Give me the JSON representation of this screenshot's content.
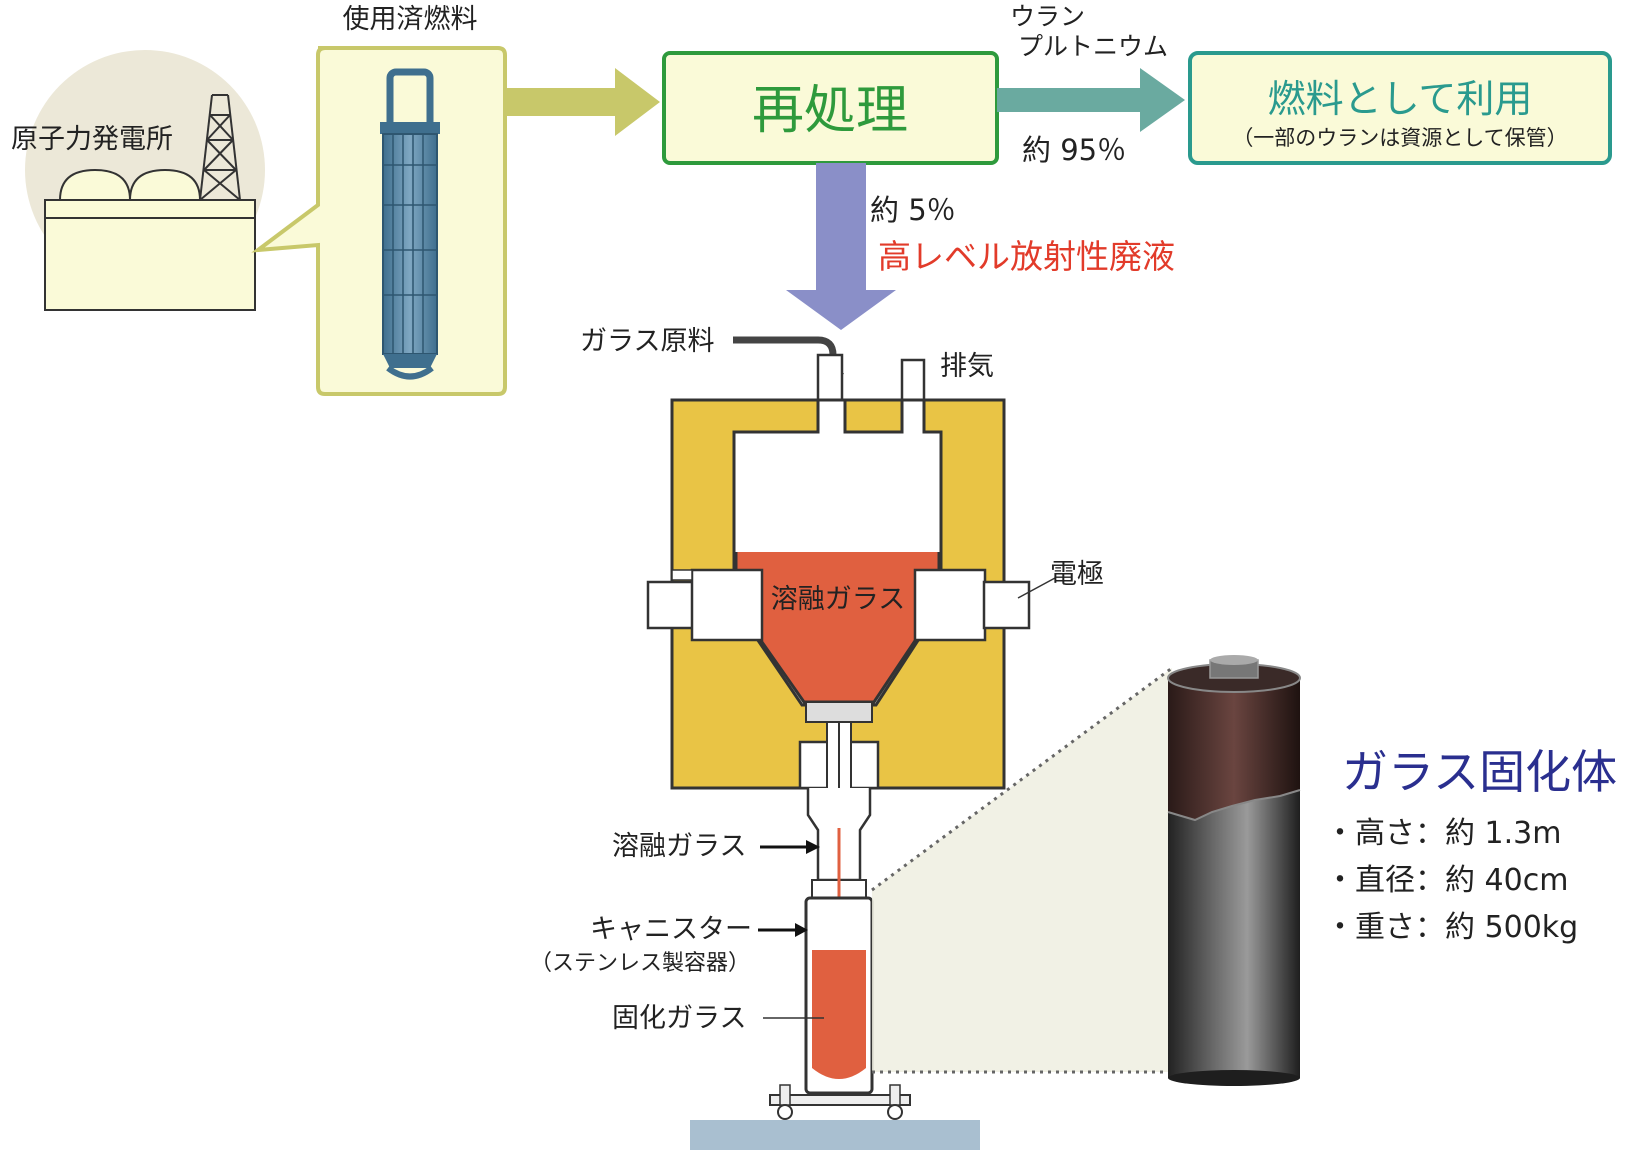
{
  "labels": {
    "power_plant": "原子力発電所",
    "spent_fuel": "使用済燃料",
    "reprocessing": "再処理",
    "uranium": "ウラン",
    "plutonium": "プルトニウム",
    "pct_95": "約 95％",
    "fuel_use": "燃料として利用",
    "fuel_use_note": "（一部のウランは資源として保管）",
    "pct_5": "約 5％",
    "hlw": "高レベル放射性廃液",
    "glass_material": "ガラス原料",
    "exhaust": "排気",
    "molten_glass_furnace": "溶融ガラス",
    "electrode": "電極",
    "molten_glass_flow": "溶融ガラス",
    "canister": "キャニスター",
    "canister_note": "（ステンレス製容器）",
    "solidified_glass": "固化ガラス"
  },
  "vitrified": {
    "title": "ガラス固化体",
    "specs": [
      "・高さ：約 1.3m",
      "・直径：約 40cm",
      "・重さ：約 500kg"
    ]
  },
  "colors": {
    "reprocess_border": "#2e9a3c",
    "reprocess_text": "#2e9a3c",
    "fuel_border": "#2a9a8e",
    "fuel_text": "#2a9a8e",
    "hlw_text": "#e23b2a",
    "vitrified_title": "#2a2f8f",
    "box_fill": "#fafad8",
    "olive_arrow": "#c8c86a",
    "teal_arrow": "#6aaaa0",
    "purple_arrow": "#8a8fc8",
    "furnace_yellow": "#e9c445",
    "molten": "#e06040"
  }
}
